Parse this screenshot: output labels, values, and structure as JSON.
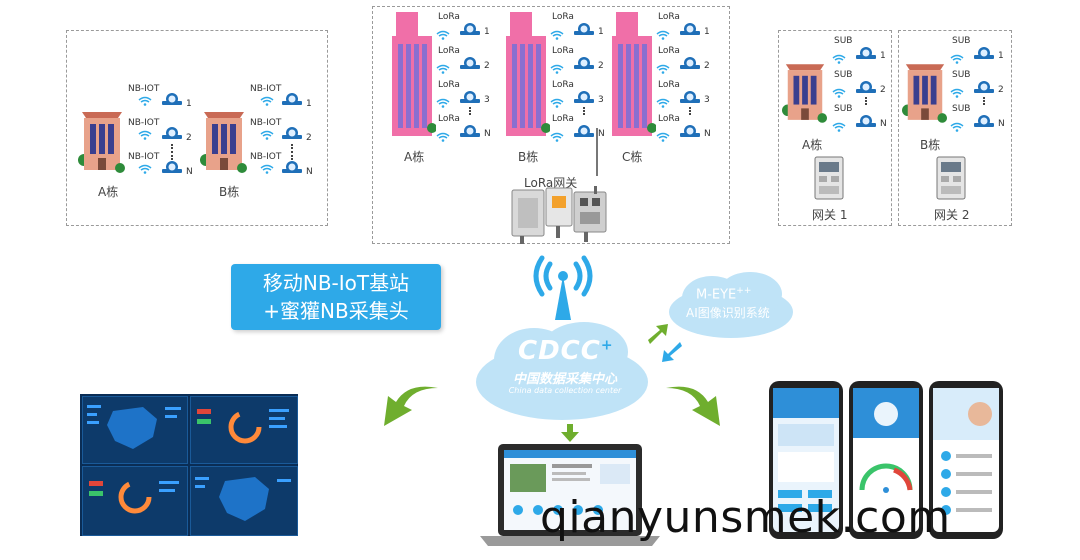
{
  "colors": {
    "accent": "#2ea9e8",
    "building_pink": "#f06fa8",
    "building_brown": "#e8a28a",
    "meter_blue": "#1f6fb8",
    "cloud": "#bfe3f7",
    "arrow_green": "#6fae2e"
  },
  "nb_panel": {
    "protocol_label": "NB-IOT",
    "meter_numbers": [
      "1",
      "2",
      "N"
    ],
    "buildings": [
      "A栋",
      "B栋"
    ]
  },
  "lora_panel": {
    "protocol_label": "LoRa",
    "meter_numbers": [
      "1",
      "2",
      "3",
      "N"
    ],
    "buildings": [
      "A栋",
      "B栋",
      "C栋"
    ],
    "gateway_label": "LoRa网关"
  },
  "sub_panel": {
    "protocol_label": "SUB",
    "meter_numbers": [
      "1",
      "2",
      "N"
    ],
    "buildings": [
      "A栋",
      "B栋"
    ],
    "gateways": [
      "网关 1",
      "网关 2"
    ]
  },
  "banner": {
    "line1": "移动NB-IoT基站",
    "line2": "+蜜獾NB采集头"
  },
  "cloud_main": {
    "logo": "CDCC",
    "sup": "+",
    "cn": "中国数据采集中心",
    "en": "China data collection center"
  },
  "cloud_ai": {
    "line1": "M-EYE",
    "sup": "++",
    "line2": "AI图像识别系统"
  },
  "watermark": "qianyunsmek.com"
}
